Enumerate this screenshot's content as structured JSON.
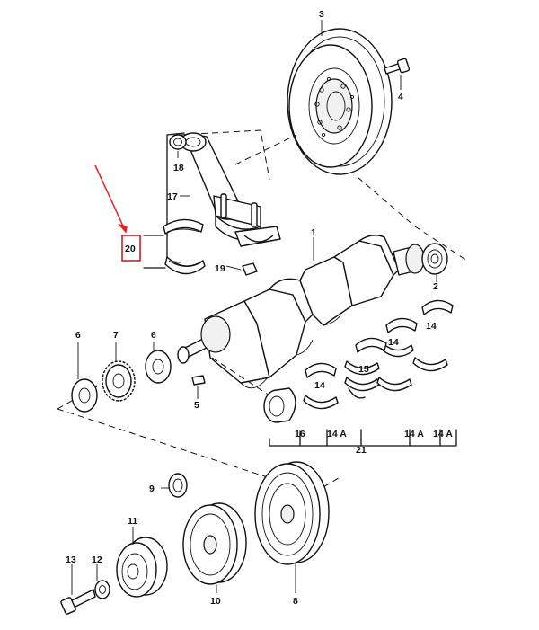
{
  "diagram": {
    "colors": {
      "line": "#111111",
      "highlight": "#e02424",
      "background": "#ffffff"
    },
    "highlighted_part": "20",
    "labels": {
      "p1": "1",
      "p2": "2",
      "p3": "3",
      "p4": "4",
      "p5": "5",
      "p6a": "6",
      "p6b": "6",
      "p7": "7",
      "p8": "8",
      "p9": "9",
      "p10": "10",
      "p11": "11",
      "p12": "12",
      "p13": "13",
      "p14a": "14",
      "p14b": "14",
      "p14c": "14",
      "p14A1": "14 A",
      "p14A2": "14 A",
      "p14A3": "14 A",
      "p15": "15",
      "p16": "16",
      "p17": "17",
      "p18": "18",
      "p19": "19",
      "p20": "20",
      "p21": "21"
    }
  }
}
